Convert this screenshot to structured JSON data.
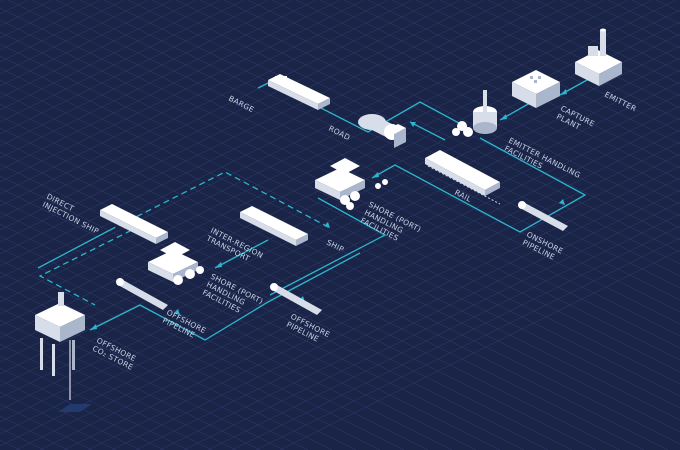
{
  "colors": {
    "background": "#1a2447",
    "grid": "#2a3763",
    "connector": "#2cb5cc",
    "label": "#c9d3e6",
    "asset": "#e8edf5"
  },
  "labels": {
    "barge": "BARGE",
    "road": "ROAD",
    "rail": "RAIL",
    "emitter": "EMITTER",
    "capture_plant": [
      "CAPTURE",
      "PLANT"
    ],
    "emitter_handling": [
      "EMITTER HANDLING",
      "FACILITIES"
    ],
    "shore_handling_upper": [
      "SHORE (PORT)",
      "HANDLING",
      "FACILITIES"
    ],
    "onshore_pipeline": [
      "ONSHORE",
      "PIPELINE"
    ],
    "direct_injection_ship": [
      "DIRECT",
      "INJECTION SHIP"
    ],
    "ship": "SHIP",
    "inter_region_transport": [
      "INTER-REGION",
      "TRANSPORT"
    ],
    "shore_handling_lower": [
      "SHORE (PORT)",
      "HANDLING",
      "FACILITIES"
    ],
    "offshore_pipeline_left": [
      "OFFSHORE",
      "PIPELINE"
    ],
    "offshore_pipeline_right": [
      "OFFSHORE",
      "PIPELINE"
    ],
    "offshore_store": [
      "OFFSHORE",
      "CO₂ STORE"
    ]
  }
}
